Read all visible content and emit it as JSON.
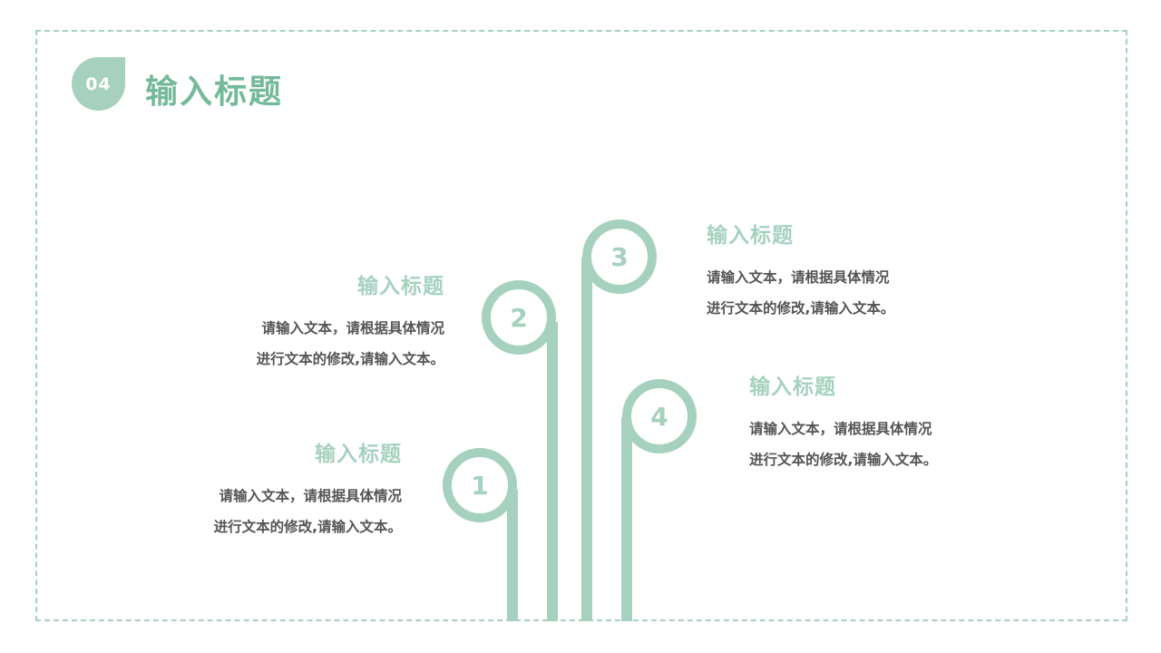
{
  "header": {
    "badge_number": "04",
    "title": "输入标题"
  },
  "nodes": [
    {
      "number": "1",
      "title": "输入标题",
      "line1": "请输入文本，请根据具体情况",
      "line2": "进行文本的修改,请输入文本。"
    },
    {
      "number": "2",
      "title": "输入标题",
      "line1": "请输入文本，请根据具体情况",
      "line2": "进行文本的修改,请输入文本。"
    },
    {
      "number": "3",
      "title": "输入标题",
      "line1": "请输入文本，请根据具体情况",
      "line2": "进行文本的修改,请输入文本。"
    },
    {
      "number": "4",
      "title": "输入标题",
      "line1": "请输入文本，请根据具体情况",
      "line2": "进行文本的修改,请输入文本。"
    }
  ],
  "colors": {
    "accent": "#a6d1bf",
    "title": "#73b99a",
    "text": "#555555"
  }
}
